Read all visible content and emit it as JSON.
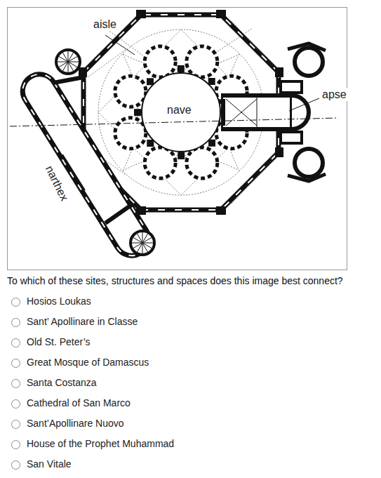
{
  "diagram": {
    "labels": [
      "aisle",
      "nave",
      "apse",
      "narthex",
      "To which of these sites, structures and spaces does this image best connect?",
      "Hosios Loukas",
      "Sant’ Apollinare in Classe",
      "Old St. Peter’s",
      "Great Mosque of Damascus",
      "Santa Costanza",
      "Cathedral of San Marco",
      "Sant’Apollinare Nuovo",
      "House of the Prophet Muhammad",
      "San Vitale"
    ]
  }
}
